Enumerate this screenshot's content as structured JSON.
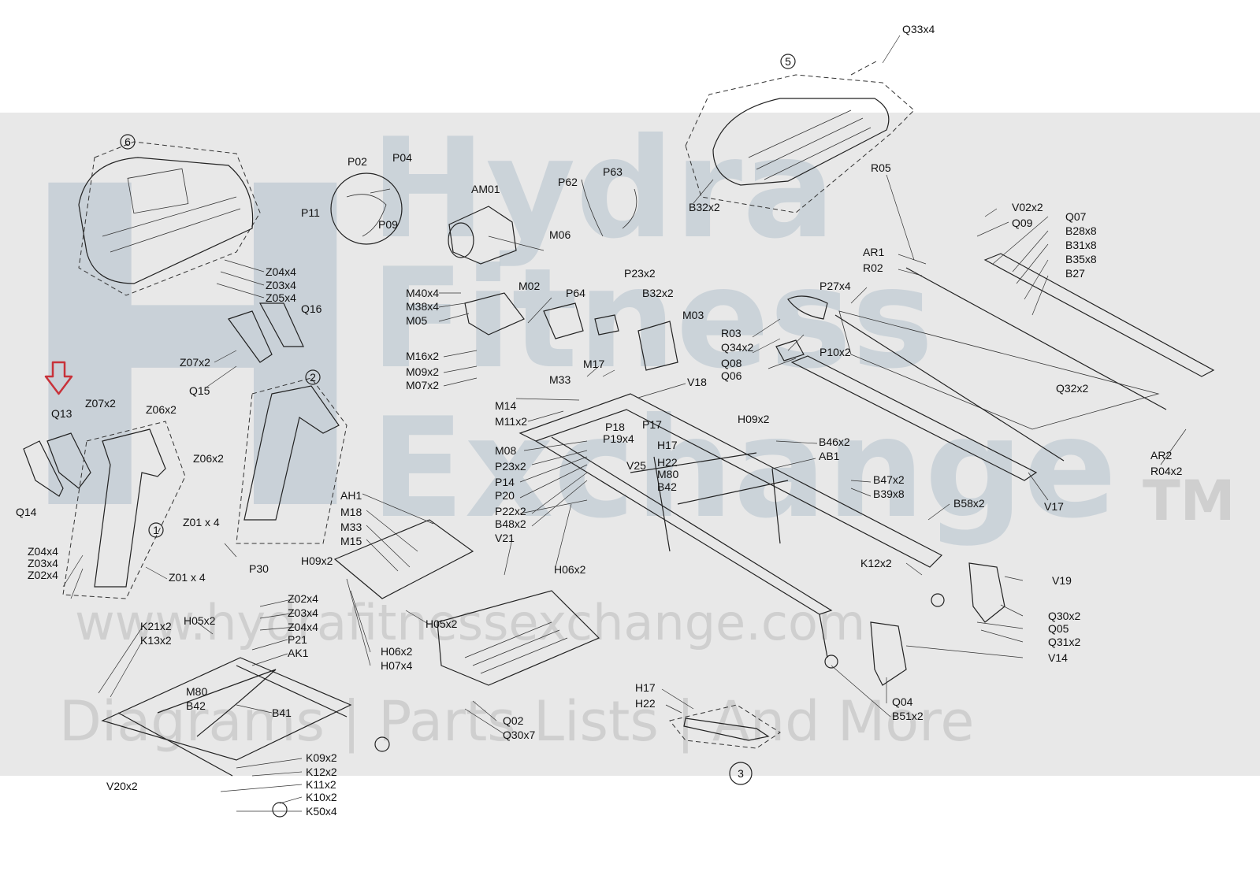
{
  "colors": {
    "band": "#e8e8e8",
    "watermark_logo": "#b5c3ce",
    "watermark_text": "#c9c9c9",
    "arrow": "#c8323a",
    "line": "#222222"
  },
  "watermark": {
    "logo_letter": "H",
    "words": [
      "Hydra",
      "Fitness",
      "Exchange"
    ],
    "trademark": "TM",
    "url": "www.hydrafitnessexchange.com",
    "tagline": "Diagrams | Parts Lists | And More"
  },
  "assemblies": [
    "1",
    "2",
    "3",
    "5",
    "6"
  ],
  "labels": {
    "Q33x4": "Q33x4",
    "R05": "R05",
    "B32x2_a": "B32x2",
    "P02": "P02",
    "P04": "P04",
    "P11": "P11",
    "P09": "P09",
    "AM01": "AM01",
    "P62": "P62",
    "P63": "P63",
    "M06": "M06",
    "V02x2": "V02x2",
    "Q09": "Q09",
    "Q07": "Q07",
    "B28x8": "B28x8",
    "B31x8": "B31x8",
    "B35x8": "B35x8",
    "B27": "B27",
    "AR1": "AR1",
    "R02": "R02",
    "Z04x4_a": "Z04x4",
    "Z03x4_a": "Z03x4",
    "Z05x4": "Z05x4",
    "Q16": "Q16",
    "M40x4": "M40x4",
    "M38x4": "M38x4",
    "M05": "M05",
    "M02": "M02",
    "P64": "P64",
    "P23x2_a": "P23x2",
    "B32x2_b": "B32x2",
    "M03": "M03",
    "P27x4": "P27x4",
    "R03": "R03",
    "Q34x2": "Q34x2",
    "P10x2": "P10x2",
    "Q08": "Q08",
    "Q06": "Q06",
    "Z07x2_a": "Z07x2",
    "Q15": "Q15",
    "M16x2": "M16x2",
    "M09x2": "M09x2",
    "M07x2": "M07x2",
    "M33_a": "M33",
    "M17": "M17",
    "V18": "V18",
    "Q32x2": "Q32x2",
    "Q13": "Q13",
    "Z07x2_b": "Z07x2",
    "Z06x2_a": "Z06x2",
    "M14": "M14",
    "M11x2": "M11x2",
    "H09x2_a": "H09x2",
    "P18": "P18",
    "P17": "P17",
    "P19x4": "P19x4",
    "Z06x2_b": "Z06x2",
    "M08": "M08",
    "H17_a": "H17",
    "B46x2": "B46x2",
    "AR2": "AR2",
    "R04x2": "R04x2",
    "P23x2_b": "P23x2",
    "V25": "V25",
    "H22_a": "H22",
    "AB1": "AB1",
    "P14": "P14",
    "M80_a": "M80",
    "B47x2": "B47x2",
    "P20": "P20",
    "B42_a": "B42",
    "B39x8": "B39x8",
    "Q14": "Q14",
    "AH1": "AH1",
    "V17": "V17",
    "P22x2": "P22x2",
    "B58x2": "B58x2",
    "Z01x4_a": "Z01 x 4",
    "M18": "M18",
    "B48x2": "B48x2",
    "M33_b": "M33",
    "V21": "V21",
    "M15": "M15",
    "Z04x4_b": "Z04x4",
    "Z03x4_b": "Z03x4",
    "Z02x4_a": "Z02x4",
    "Z01x4_b": "Z01 x 4",
    "P30": "P30",
    "H09x2_b": "H09x2",
    "K12x2_a": "K12x2",
    "H06x2_a": "H06x2",
    "V19": "V19",
    "Z02x4_b": "Z02x4",
    "Z03x4_c": "Z03x4",
    "Z04x4_c": "Z04x4",
    "Q30x2": "Q30x2",
    "Q05": "Q05",
    "K21x2": "K21x2",
    "H05x2_a": "H05x2",
    "H05x2_b": "H05x2",
    "K13x2": "K13x2",
    "P21": "P21",
    "Q31x2": "Q31x2",
    "AK1": "AK1",
    "H06x2_b": "H06x2",
    "V14": "V14",
    "H07x4": "H07x4",
    "M80_b": "M80",
    "H17_b": "H17",
    "B42_b": "B42",
    "H22_b": "H22",
    "Q04": "Q04",
    "B41": "B41",
    "B51x2": "B51x2",
    "Q02": "Q02",
    "Q30x7": "Q30x7",
    "K09x2": "K09x2",
    "K12x2_b": "K12x2",
    "V20x2": "V20x2",
    "K11x2": "K11x2",
    "K10x2": "K10x2",
    "K50x4": "K50x4"
  }
}
